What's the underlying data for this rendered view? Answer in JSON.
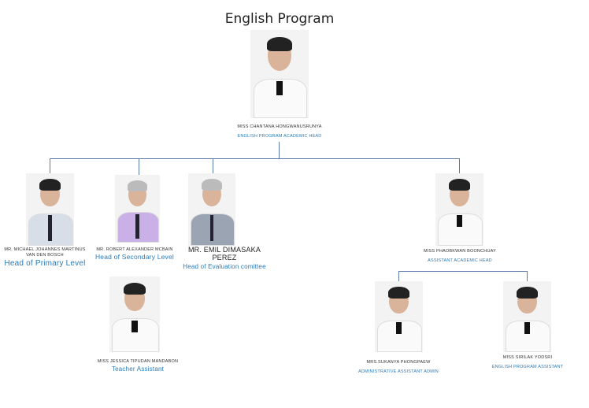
{
  "title": "English Program",
  "head": {
    "name": "MISS CHANTANA HONGWANUSRUNYA",
    "role": "ENGLISH PROGRAM ACADEMIC HEAD"
  },
  "staff": [
    {
      "name": "MR. MICHAEL JOHANNES MARTINUS VAN DEN BOSCH",
      "role": "Head of Primary Level"
    },
    {
      "name": "MR. ROBERT ALEXANDER MCBAIN",
      "role": "Head of Secondary Level"
    },
    {
      "name": "MR. EMIL DIMASAKA PEREZ",
      "role": "Head of Evaluation comittee"
    },
    {
      "name": "MISS PHAOBKWAN BOONCHUAY",
      "role": "ASSISTANT ACADEMIC HEAD"
    },
    {
      "name": "MISS JESSICA TIPUDAN MANDABON",
      "role": "Teacher Assistant"
    },
    {
      "name": "MRS.SUKANYA PHONGPAEW",
      "role": "ADMINISTRATIVE ASSISTANT ADMIN"
    },
    {
      "name": "MISS SIRILAK YODSRI",
      "role": "ENGLISH PROGRAM ASSISTANT"
    }
  ],
  "colors": {
    "role": "#2a7ab8",
    "connector": "#5a7aa8"
  }
}
